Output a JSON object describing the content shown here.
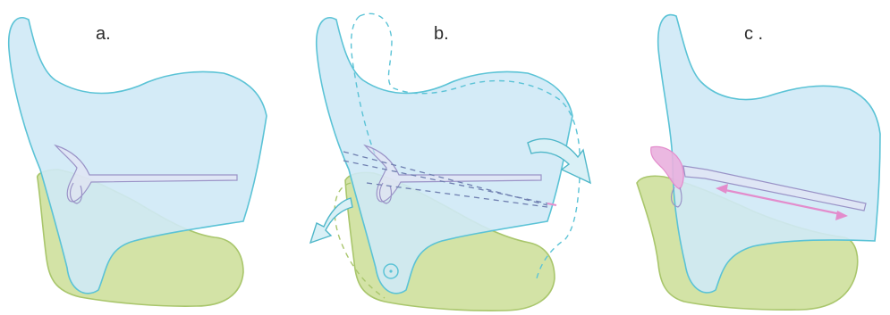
{
  "labels": {
    "a": "a.",
    "b": "b.",
    "c": "c ."
  },
  "colors": {
    "blue_fill": "#cfe9f6",
    "blue_stroke": "#5bc3d6",
    "green_fill": "#d3e3a6",
    "green_stroke": "#a9c66c",
    "arrow_fill": "#d9f0f6",
    "arrow_stroke": "#4fb7c9",
    "guide_dash": "#6f7fb0",
    "pink": "#e38ccc",
    "pink_fill": "#e9b0de"
  }
}
